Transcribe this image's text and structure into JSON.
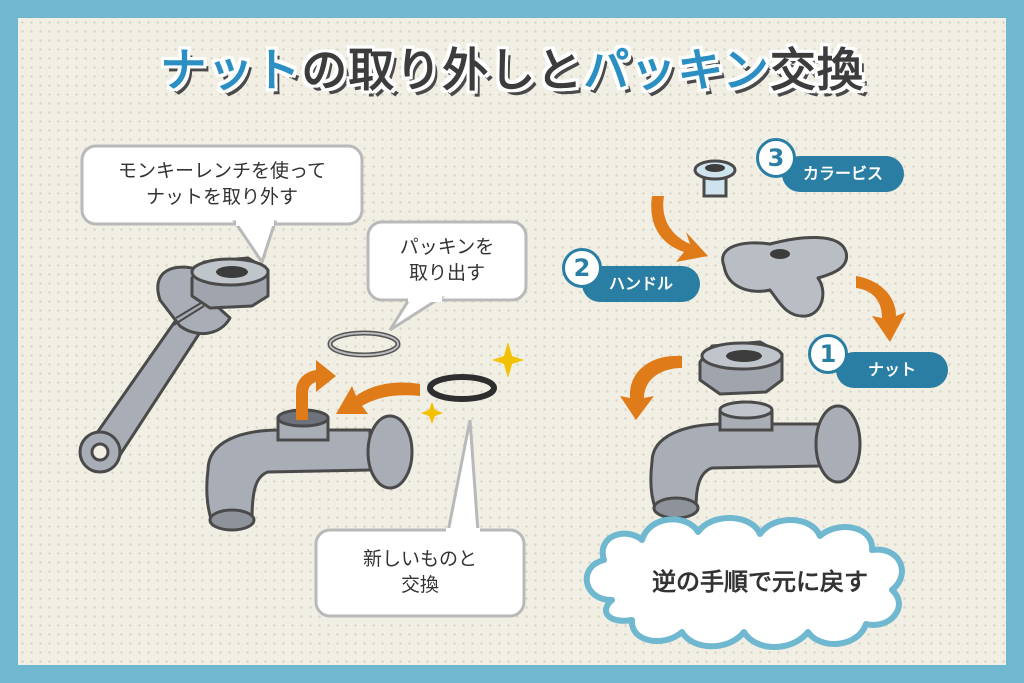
{
  "title": {
    "part1": "ナット",
    "part2": "の取り外しと",
    "part3": "パッキン",
    "part4": "交換"
  },
  "bubbles": {
    "wrench_line1": "モンキーレンチを使って",
    "wrench_line2": "ナットを取り外す",
    "packing_line1": "パッキンを",
    "packing_line2": "取り出す",
    "new_line1": "新しいものと",
    "new_line2": "交換"
  },
  "steps": [
    {
      "number": "3",
      "label": "カラービス"
    },
    {
      "number": "2",
      "label": "ハンドル"
    },
    {
      "number": "1",
      "label": "ナット"
    }
  ],
  "cloud": {
    "text": "逆の手順で元に戻す"
  },
  "colors": {
    "frame": "#6fb8d0",
    "accent": "#2a7ea3",
    "arrow": "#e07b1a",
    "sparkle": "#f2c200"
  }
}
